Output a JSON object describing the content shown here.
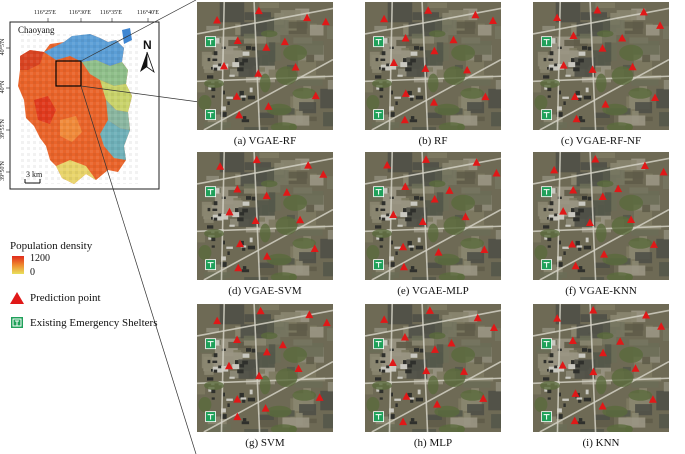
{
  "overview": {
    "district_label": "Chaoyang",
    "scale_label": "3 km",
    "north_label": "N",
    "lon_ticks": [
      "116°25'E",
      "116°30'E",
      "116°35'E",
      "116°40'E"
    ],
    "lat_ticks": [
      "40°5'N",
      "40°N",
      "39°55'N",
      "39°50'N"
    ]
  },
  "legend": {
    "title": "Population density",
    "max": "1200",
    "min": "0",
    "prediction_label": "Prediction point",
    "shelter_label": "Existing Emergency Shelters",
    "shelter_glyph": "⛫"
  },
  "colors": {
    "low": "#2b7bd8",
    "mid": "#eadb70",
    "high": "#e2351e",
    "prediction": "#e01818",
    "shelter": "#1fa05a"
  },
  "panels": [
    {
      "label": "(a)  VGAE-RF"
    },
    {
      "label": "(b)  RF"
    },
    {
      "label": "(c)  VGAE-RF-NF"
    },
    {
      "label": "(d)  VGAE-SVM"
    },
    {
      "label": "(e)  VGAE-MLP"
    },
    {
      "label": "(f)  VGAE-KNN"
    },
    {
      "label": "(g)  SVM"
    },
    {
      "label": "(h)  MLP"
    },
    {
      "label": "(i)  KNN"
    }
  ]
}
